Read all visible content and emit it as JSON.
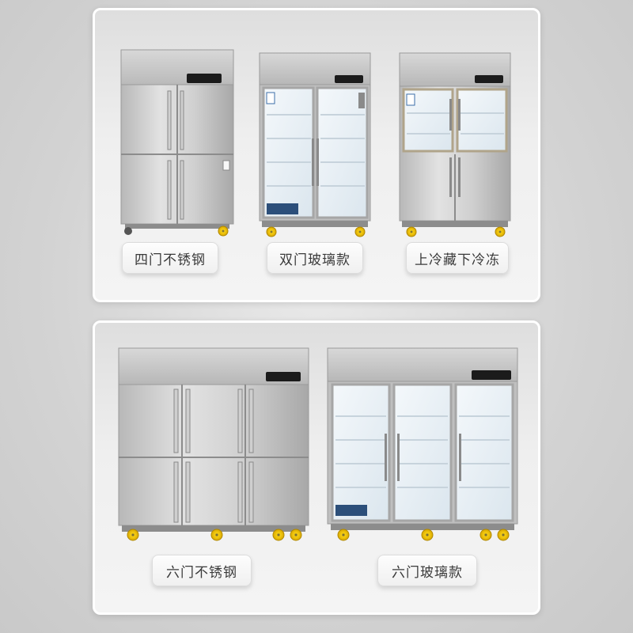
{
  "colors": {
    "steel_light": "#dcdcdc",
    "steel_dark": "#a9a9a9",
    "wheel_yellow": "#f2c200",
    "glass_tint": "#e8f1f6",
    "label_text": "#3a3a3a"
  },
  "products": [
    {
      "label": "四门不锈钢",
      "type": "four-door-steel"
    },
    {
      "label": "双门玻璃款",
      "type": "two-door-glass"
    },
    {
      "label": "上冷藏下冷冻",
      "type": "upper-glass-lower-steel"
    },
    {
      "label": "六门不锈钢",
      "type": "six-door-steel"
    },
    {
      "label": "六门玻璃款",
      "type": "three-door-glass"
    }
  ]
}
